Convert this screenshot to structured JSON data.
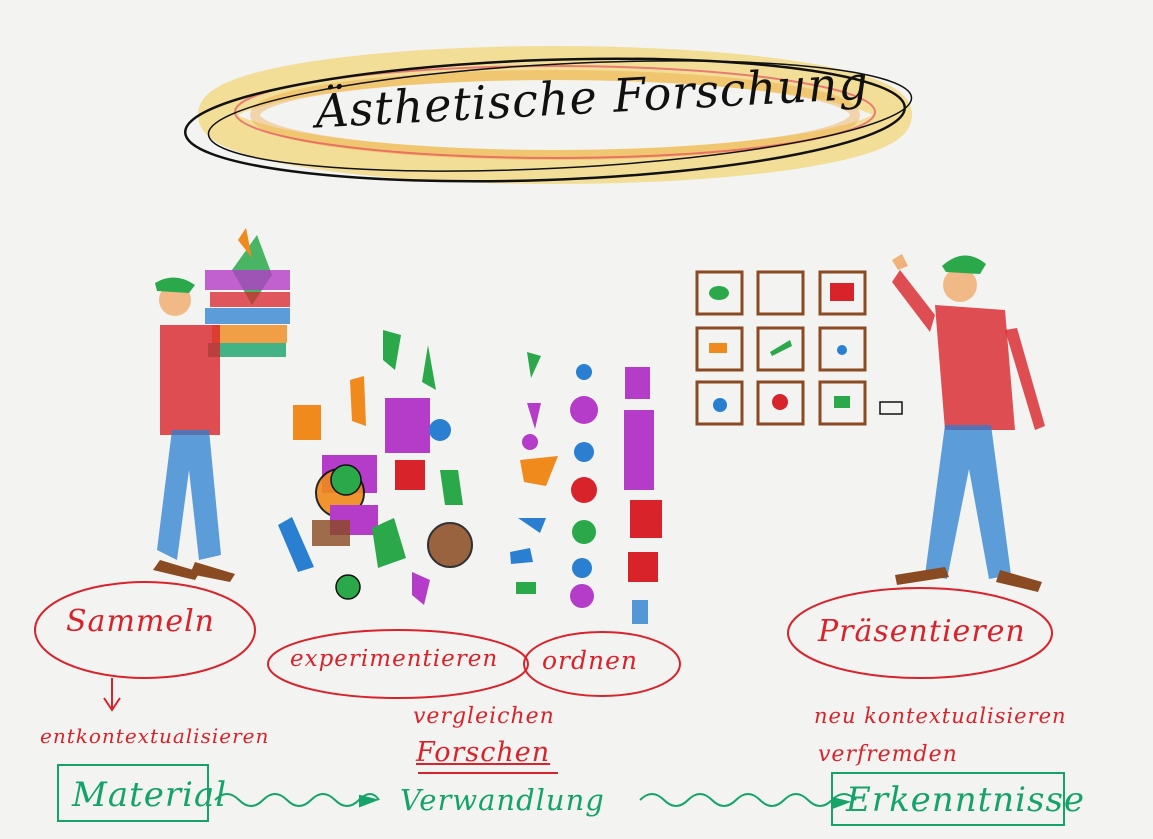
{
  "title": "Ästhetische Forschung",
  "labels": {
    "sammeln": "Sammeln",
    "experimentieren": "experimentieren",
    "ordnen": "ordnen",
    "praesentieren": "Präsentieren",
    "entkontextualisieren": "entkontextualisieren",
    "vergleichen": "vergleichen",
    "forschen": "Forschen",
    "neu_kontextualisieren": "neu kontextualisieren",
    "verfremden": "verfremden"
  },
  "flow": {
    "material": "Material",
    "verwandlung": "Verwandlung",
    "erkenntnisse": "Erkenntnisse"
  },
  "colors": {
    "red": "#d8232b",
    "green": "#16a36a",
    "black": "#111111",
    "purple": "#b43cc8",
    "orange": "#f08a1c",
    "blue": "#2a7fd0",
    "brown": "#8a4a22",
    "paper": "#f3f3f1"
  }
}
